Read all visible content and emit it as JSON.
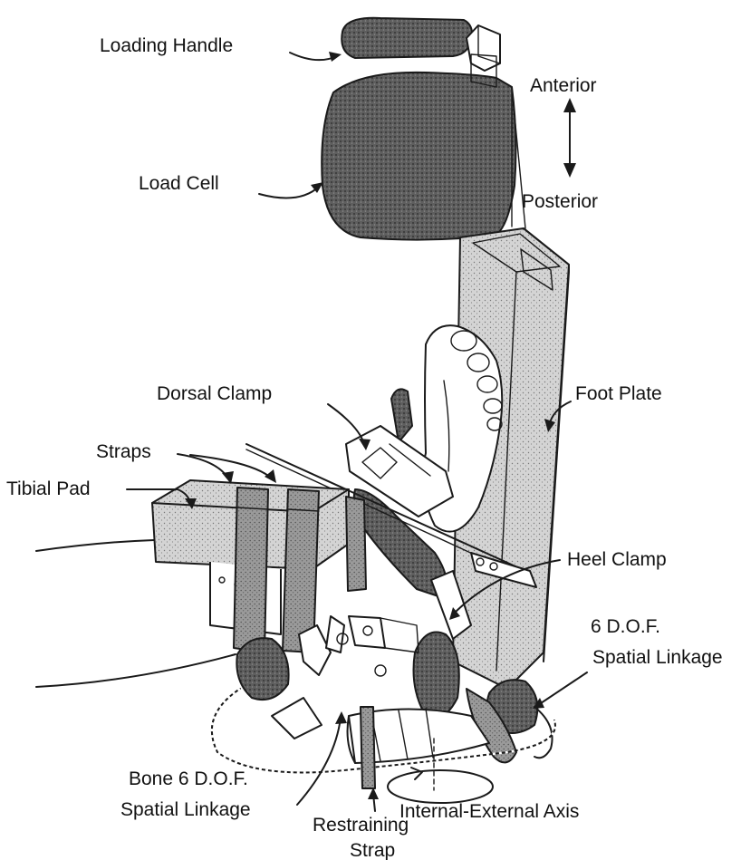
{
  "labels": {
    "loading_handle": "Loading Handle",
    "anterior": "Anterior",
    "load_cell": "Load Cell",
    "posterior": "Posterior",
    "dorsal_clamp": "Dorsal Clamp",
    "foot_plate": "Foot Plate",
    "straps": "Straps",
    "tibial_pad": "Tibial Pad",
    "heel_clamp": "Heel Clamp",
    "six_dof_line1": "6 D.O.F.",
    "six_dof_line2": "Spatial Linkage",
    "bone_line1": "Bone 6 D.O.F.",
    "bone_line2": "Spatial Linkage",
    "internal_external_axis": "Internal-External Axis",
    "restraining_line1": "Restraining",
    "restraining_line2": "Strap"
  },
  "colors": {
    "ink": "#1a1a1a",
    "stipple_dark": "#6b6b6b",
    "stipple_mid": "#9a9a9a",
    "stipple_light": "#c4c4c4",
    "paper": "#ffffff"
  }
}
